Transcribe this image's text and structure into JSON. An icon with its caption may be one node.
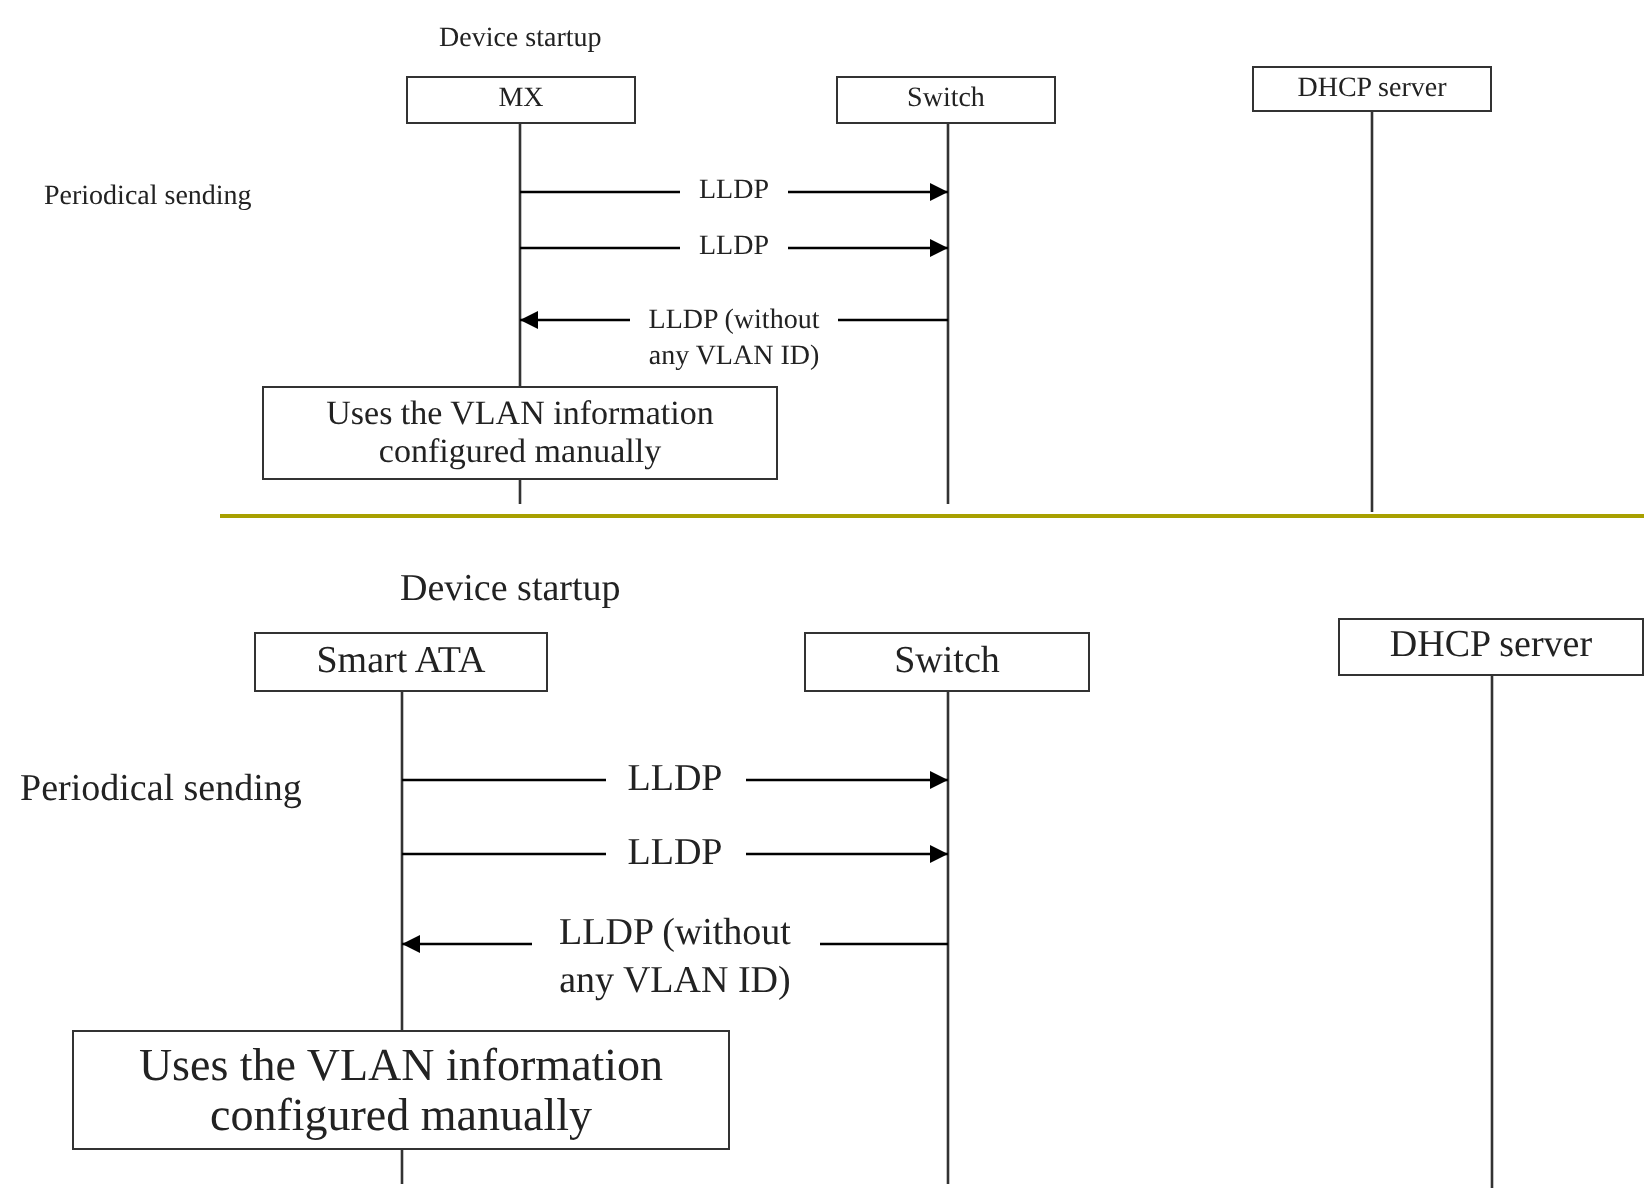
{
  "diagram": {
    "nodes": [
      {
        "text": [
          "MX"
        ]
      },
      {
        "text": [
          "Switch"
        ]
      },
      {
        "text": [
          "DHCP server"
        ]
      },
      {
        "text": [
          "Uses the VLAN information configured manually"
        ]
      },
      {
        "text": [
          "Smart ATA"
        ]
      },
      {
        "text": [
          "Switch"
        ]
      },
      {
        "text": [
          "DHCP server"
        ]
      },
      {
        "text": [
          "Uses the VLAN information configured manually"
        ]
      }
    ],
    "edges": [
      {
        "from": 0,
        "to": 1,
        "arrow": "to",
        "label": "LLDP"
      },
      {
        "from": 0,
        "to": 1,
        "arrow": "to",
        "label": "LLDP"
      },
      {
        "from": 1,
        "to": 0,
        "arrow": "to",
        "label": "LLDP (without any VLAN ID)"
      },
      {
        "from": 4,
        "to": 5,
        "arrow": "to",
        "label": "LLDP"
      },
      {
        "from": 4,
        "to": 5,
        "arrow": "to",
        "label": "LLDP"
      },
      {
        "from": 5,
        "to": 4,
        "arrow": "to",
        "label": "LLDP (without any VLAN ID)"
      }
    ],
    "labels": [
      "Device startup",
      "Periodical sending",
      "Device startup",
      "Periodical sending"
    ]
  }
}
